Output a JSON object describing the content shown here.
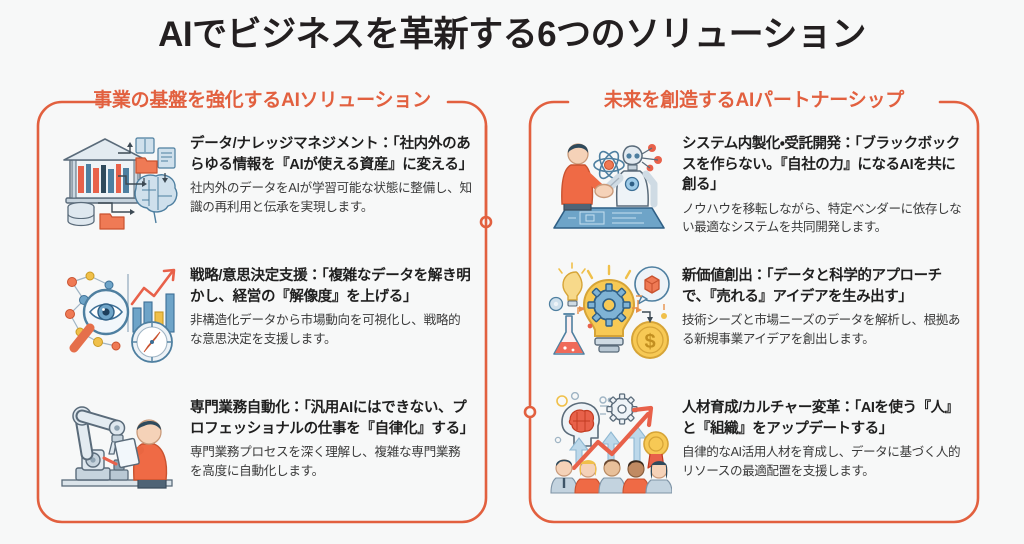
{
  "page": {
    "title": "AIでビジネスを革新する6つのソリューション",
    "background_color": "#f7f8f8",
    "accent_color": "#e2603f",
    "title_color": "#231f20"
  },
  "columns": [
    {
      "id": "left",
      "header": "事業の基盤を強化するAIソリューション",
      "items": [
        {
          "icon": "library-knowledge-brain-icon",
          "heading": "データ/ナレッジマネジメント：「社内外のあらゆる情報を『AIが使える資産』に変える」",
          "description": "社内外のデータをAIが学習可能な状態に整備し、知識の再利用と伝承を実現します。"
        },
        {
          "icon": "magnifier-eye-analytics-icon",
          "heading": "戦略/意思決定支援：「複雑なデータを解き明かし、経営の『解像度』を上げる」",
          "description": "非構造化データから市場動向を可視化し、戦略的な意思決定を支援します。"
        },
        {
          "icon": "robot-arm-operator-icon",
          "heading": "専門業務自動化：「汎用AIにはできない、プロフェッショナルの仕事を『自律化』する」",
          "description": "専門業務プロセスを深く理解し、複雑な専門業務を高度に自動化します。"
        }
      ]
    },
    {
      "id": "right",
      "header": "未来を創造するAIパートナーシップ",
      "items": [
        {
          "icon": "human-robot-handshake-icon",
          "heading": "システム内製化・受託開発：「ブラックボックスを作らない。『自社の力』になるAIを共に創る」",
          "description": "ノウハウを移転しながら、特定ベンダーに依存しない最適なシステムを共同開発します。"
        },
        {
          "icon": "lightbulb-gear-innovation-icon",
          "heading": "新価値創出：「データと科学的アプローチで、『売れる』アイデアを生み出す」",
          "description": "技術シーズと市場ニーズのデータを解析し、根拠ある新規事業アイデアを創出します。"
        },
        {
          "icon": "people-growth-culture-icon",
          "heading": "人材育成/カルチャー変革：「AIを使う『人』と『組織』をアップデートする」",
          "description": "自律的なAI活用人材を育成し、データに基づく人的リソースの最適配置を支援します。"
        }
      ]
    }
  ]
}
